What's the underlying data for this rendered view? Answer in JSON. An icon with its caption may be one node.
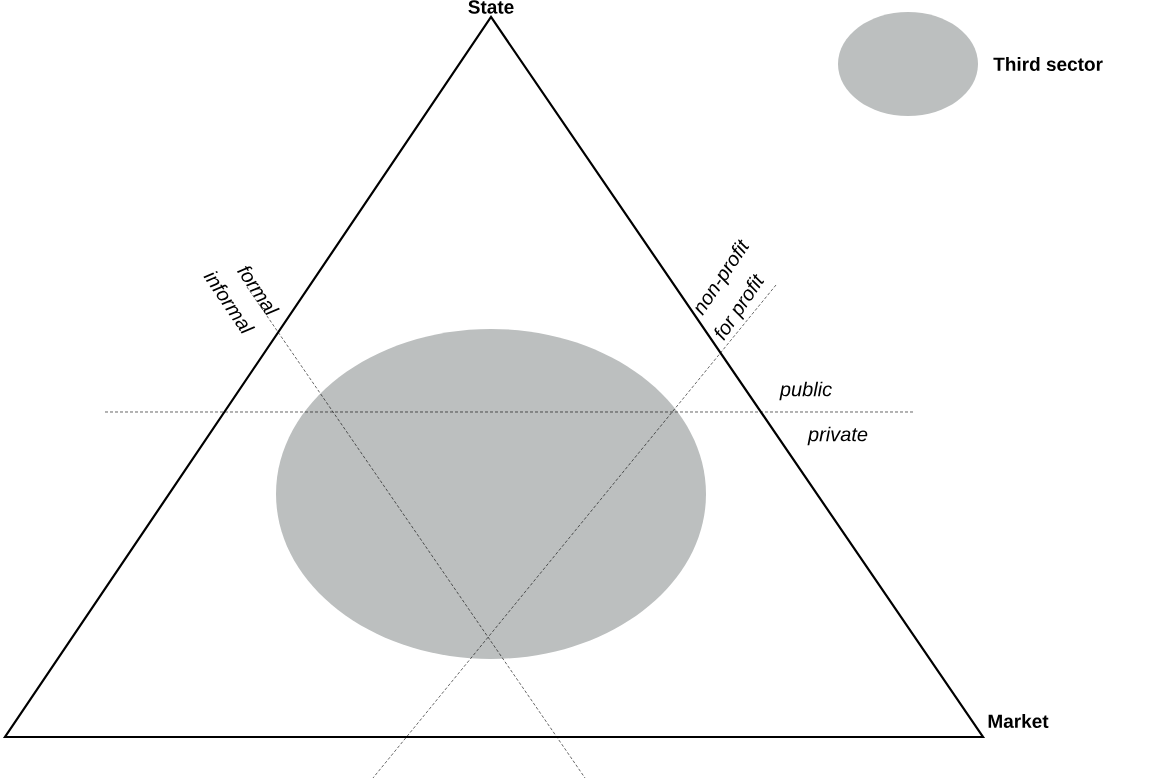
{
  "diagram": {
    "nodes": [
      {
        "text": [],
        "shape": "ellipse"
      }
    ],
    "labels": [
      "State",
      "formal",
      "informal",
      "non-profit",
      "for profit",
      "public",
      "private",
      "Market"
    ],
    "legend": [
      {
        "text": "Third sector",
        "color": "#bcbfbf"
      }
    ]
  }
}
